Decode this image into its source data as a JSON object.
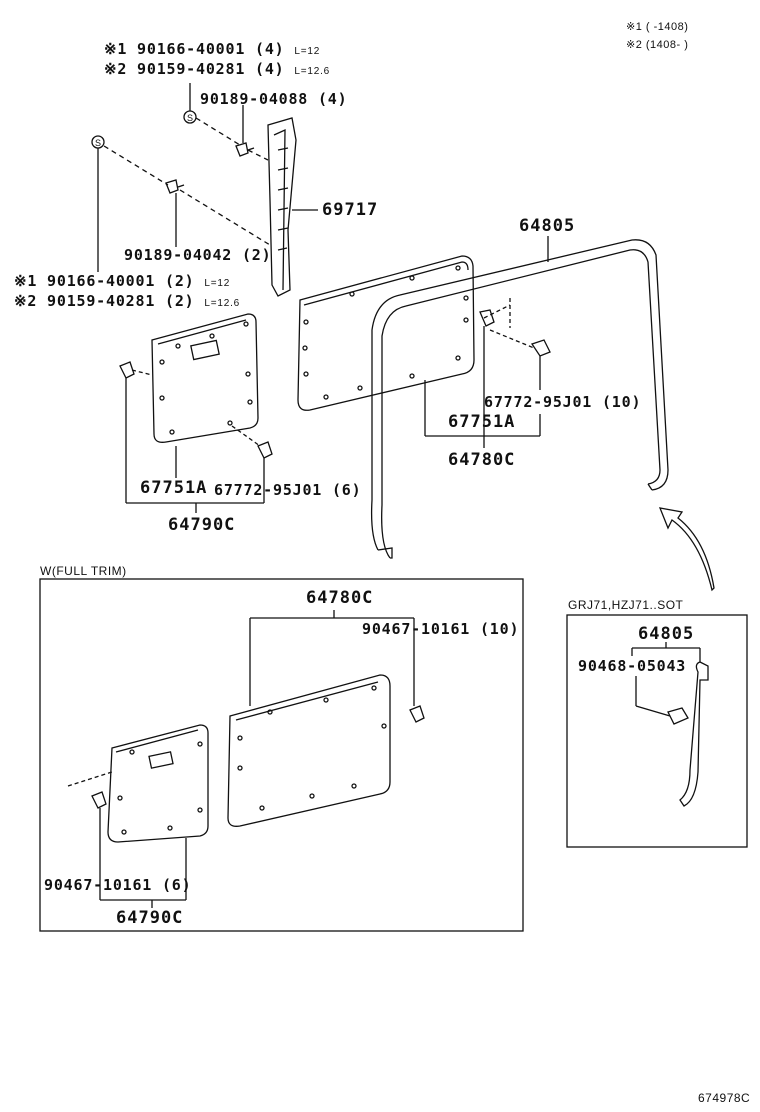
{
  "legend": {
    "note1": "※1 (      -1408)",
    "note2": "※2 (1408-      )"
  },
  "labels": {
    "top_bolt_1": "※1 90166-40001 (4)",
    "top_bolt_1_len": "L=12",
    "top_bolt_2": "※2 90159-40281 (4)",
    "top_bolt_2_len": "L=12.6",
    "screw_top": "90189-04088 (4)",
    "pillar": "69717",
    "screw_mid": "90189-04042 (2)",
    "mid_bolt_1": "※1 90166-40001 (2)",
    "mid_bolt_1_len": "L=12",
    "mid_bolt_2": "※2 90159-40281 (2)",
    "mid_bolt_2_len": "L=12.6",
    "weatherstrip": "64805",
    "clip_right": "67772-95J01 (10)",
    "board_right": "67751A",
    "assy_right": "64780C",
    "board_left": "67751A",
    "clip_left": "67772-95J01 (6)",
    "assy_left": "64790C"
  },
  "full_trim": {
    "title": "W(FULL TRIM)",
    "assy_right": "64780C",
    "clip_right": "90467-10161 (10)",
    "clip_left": "90467-10161 (6)",
    "assy_left": "64790C"
  },
  "inset": {
    "title": "GRJ71,HZJ71..SOT",
    "weatherstrip": "64805",
    "clip": "90468-05043"
  },
  "figure_code": "674978C",
  "icons": {
    "s_marker": "S"
  }
}
